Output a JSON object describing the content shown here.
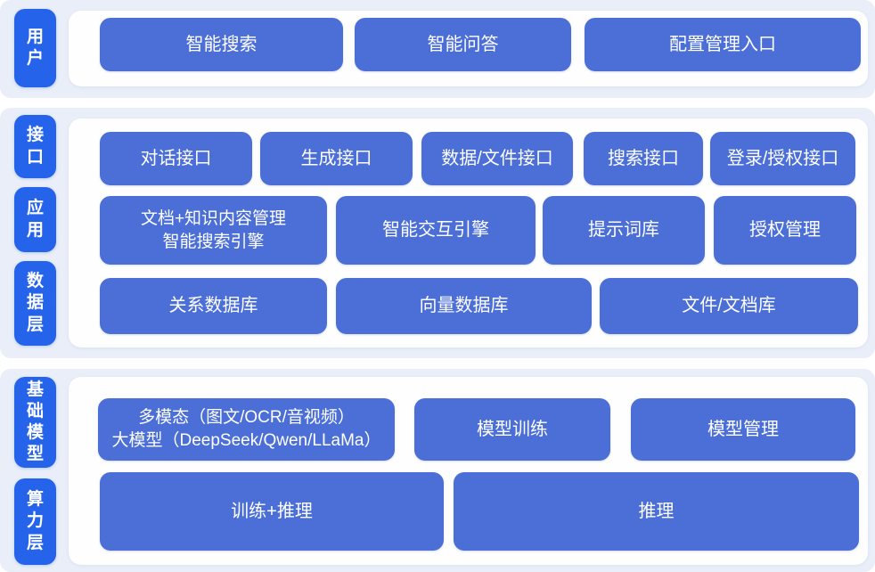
{
  "diagram": {
    "colors": {
      "side_label_bg": "#2563eb",
      "node_bg": "#4b6fd6",
      "panel_bg": "#fefefe",
      "section_bg": "#e9eef8",
      "text": "#ffffff"
    },
    "side_labels": {
      "user": "用户",
      "interface": "接口",
      "application": "应用",
      "data_layer": "数据层",
      "base_model": "基础模型",
      "compute_layer": "算力层"
    },
    "rows": {
      "user": [
        "智能搜索",
        "智能问答",
        "配置管理入口"
      ],
      "interface": [
        "对话接口",
        "生成接口",
        "数据/文件接口",
        "搜索接口",
        "登录/授权接口"
      ],
      "application": [
        "文档+知识内容管理\n智能搜索引擎",
        "智能交互引擎",
        "提示词库",
        "授权管理"
      ],
      "data_layer": [
        "关系数据库",
        "向量数据库",
        "文件/文档库"
      ],
      "base_model": [
        "多模态（图文/OCR/音视频）\n大模型（DeepSeek/Qwen/LLaMa）",
        "模型训练",
        "模型管理"
      ],
      "compute_layer": [
        "训练+推理",
        "推理"
      ]
    }
  }
}
